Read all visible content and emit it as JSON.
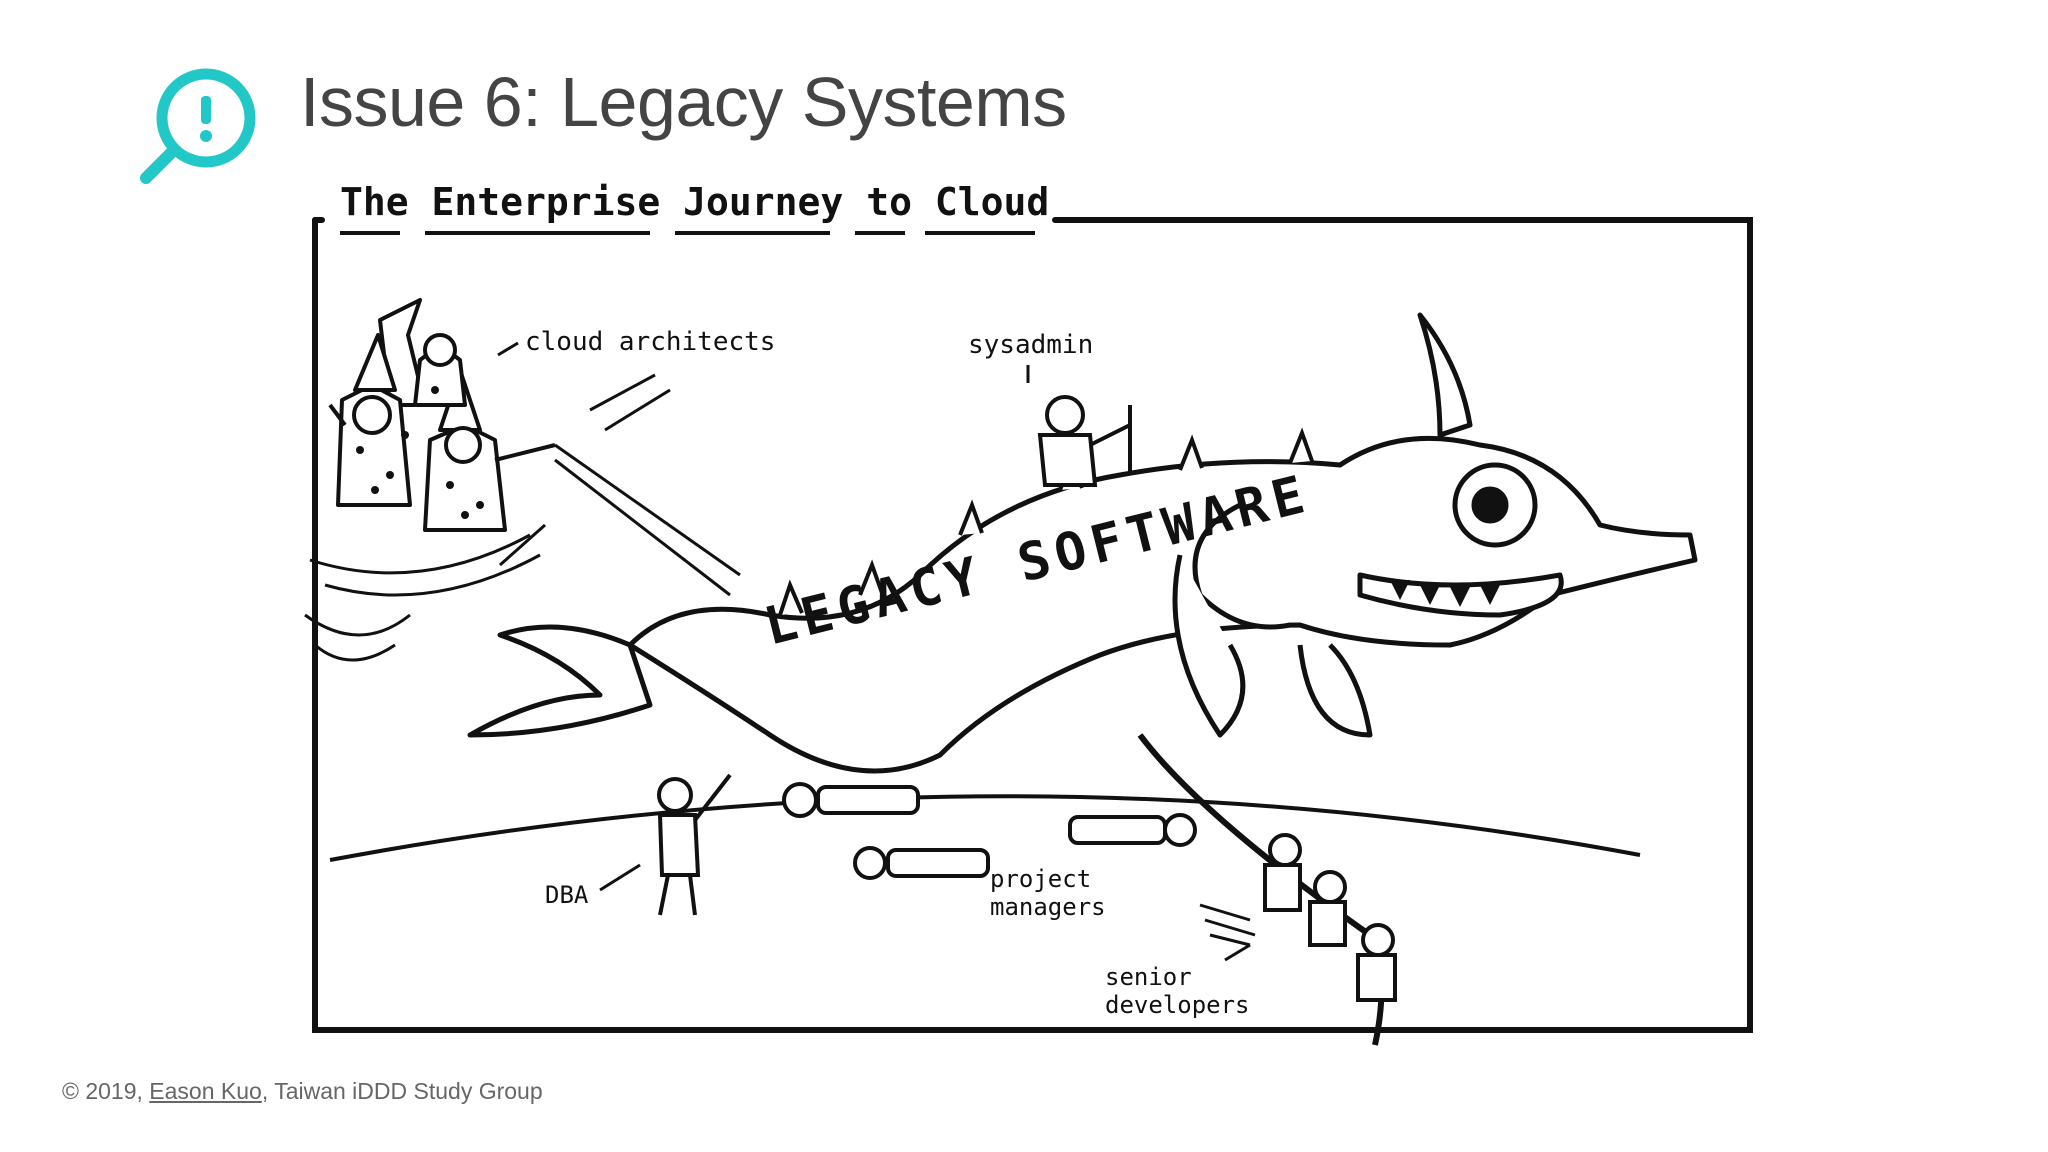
{
  "slide": {
    "title": "Issue 6: Legacy Systems",
    "icon": "search-alert-icon",
    "accent_color": "#22c7c7"
  },
  "cartoon": {
    "heading": "The Enterprise Journey to Cloud",
    "dragon_label": "LEGACY SOFTWARE",
    "labels": {
      "cloud_architects": "cloud architects",
      "sysadmin": "sysadmin",
      "dba": "DBA",
      "project_managers_1": "project",
      "project_managers_2": "managers",
      "senior_developers_1": "senior",
      "senior_developers_2": "developers"
    }
  },
  "footer": {
    "year": "© 2019, ",
    "author": "Eason Kuo",
    "group": ", Taiwan iDDD Study Group"
  }
}
